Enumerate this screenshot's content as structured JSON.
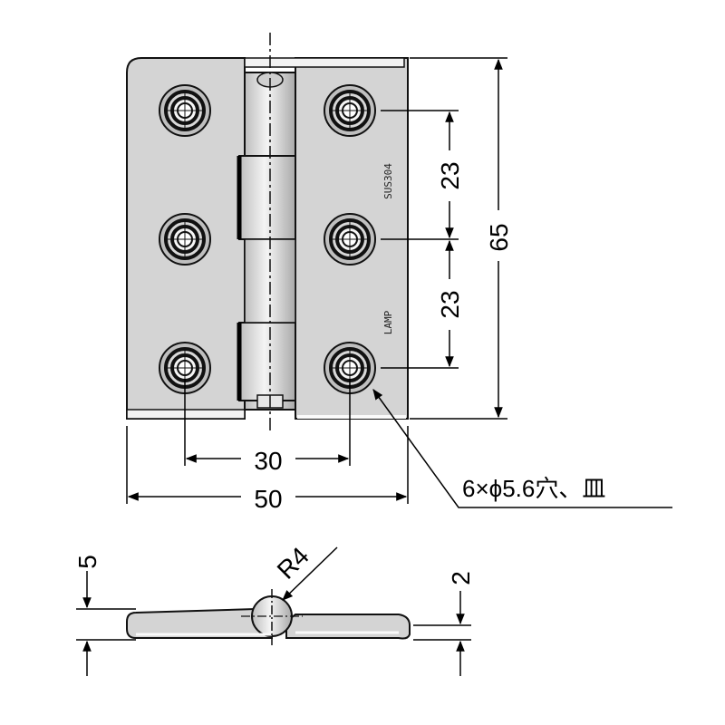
{
  "dimensions": {
    "hole_pitch_horizontal": "30",
    "overall_width": "50",
    "hole_pitch_vertical_upper": "23",
    "hole_pitch_vertical_lower": "23",
    "overall_height": "65",
    "hole_callout": "6×ϕ5.6穴、皿",
    "leaf_thickness_total": "5",
    "leaf_thickness": "2",
    "knuckle_radius": "R4"
  },
  "stamps": {
    "brand_marking": "LAMP",
    "material_marking": "SUS304"
  },
  "colors": {
    "leaf_fill": "#d4d4d4",
    "line": "#111111",
    "knuckle_fill": "#e9e9e9"
  }
}
